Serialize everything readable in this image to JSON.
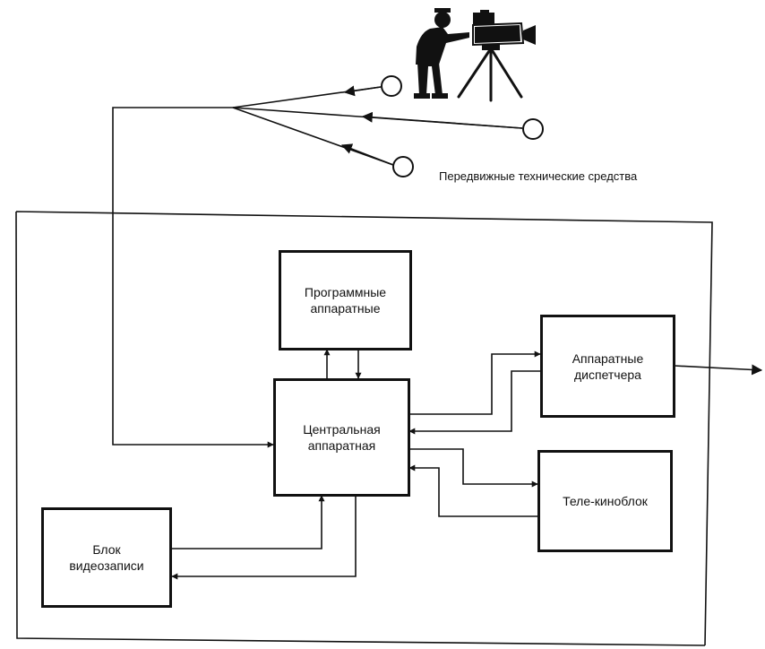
{
  "diagram": {
    "boxes": {
      "program": "Программные\nаппаратные",
      "central": "Центральная\nаппаратная",
      "dispatcher": "Аппаратные\nдиспетчера",
      "telecine": "Теле-киноблок",
      "video": "Блок\nвидеозаписи"
    },
    "mobile_label": "Передвижные технические средства",
    "icons": {
      "camera": "camera-operator-icon",
      "mobile_units": "circle-node-icon"
    },
    "colors": {
      "line": "#111111",
      "background": "#ffffff"
    }
  }
}
